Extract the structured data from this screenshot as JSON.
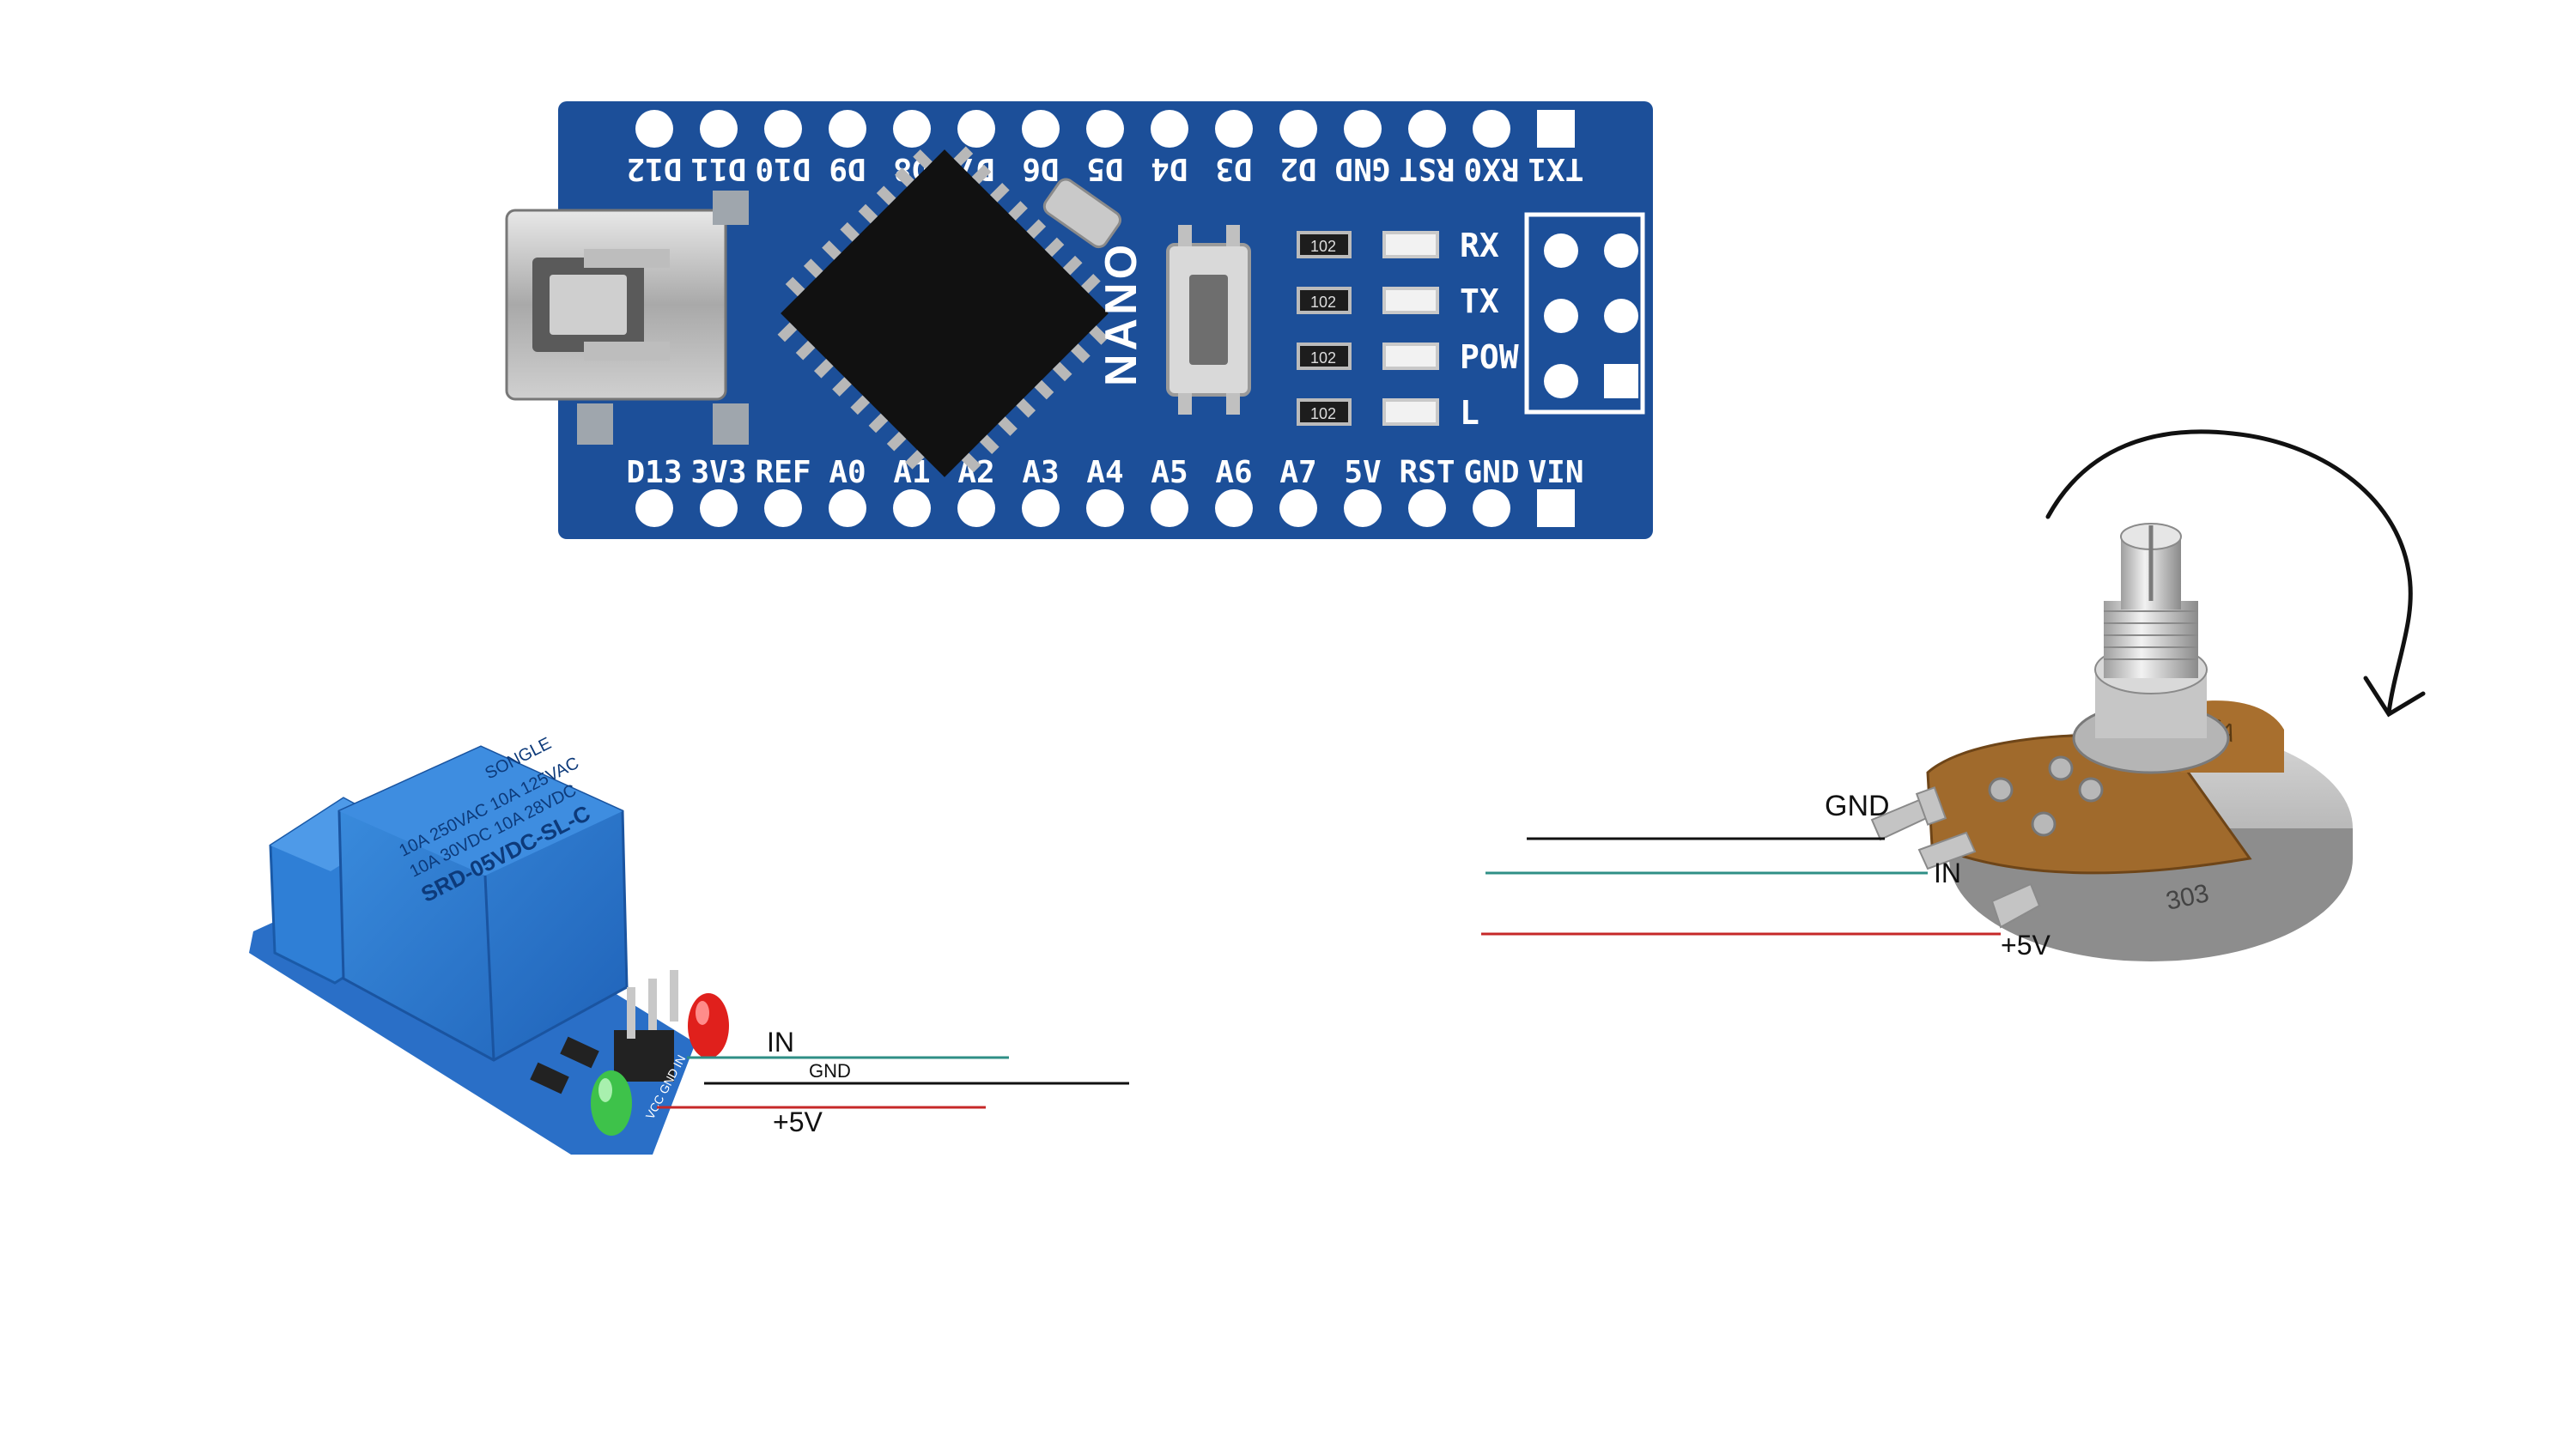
{
  "nano": {
    "board_text": "NANO",
    "top_pins": [
      "D12",
      "D11",
      "D10",
      "D9",
      "D8",
      "D7",
      "D6",
      "D5",
      "D4",
      "D3",
      "D2",
      "GND",
      "RST",
      "RX0",
      "TX1"
    ],
    "bottom_pins": [
      "D13",
      "3V3",
      "REF",
      "A0",
      "A1",
      "A2",
      "A3",
      "A4",
      "A5",
      "A6",
      "A7",
      "5V",
      "RST",
      "GND",
      "VIN"
    ],
    "leds": [
      "RX",
      "TX",
      "POW",
      "L"
    ],
    "resistor_code": "102"
  },
  "relay": {
    "markings": [
      "SONGLE",
      "SRD-05VDC-SL-C",
      "10A 250VAC 10A 125VAC",
      "10A 30VDC 10A 28VDC"
    ],
    "header_text": "VCC GND IN",
    "labels": {
      "in": "IN",
      "gnd": "GND",
      "vcc": "+5V"
    }
  },
  "potentiometer": {
    "markings": [
      "303",
      "MA"
    ],
    "labels": {
      "gnd": "GND",
      "in": "IN",
      "vcc": "+5V"
    }
  },
  "colors": {
    "board_blue": "#1c4f99",
    "wire_signal": "#2f8f86",
    "wire_ground": "#111111",
    "wire_power": "#c62828"
  }
}
